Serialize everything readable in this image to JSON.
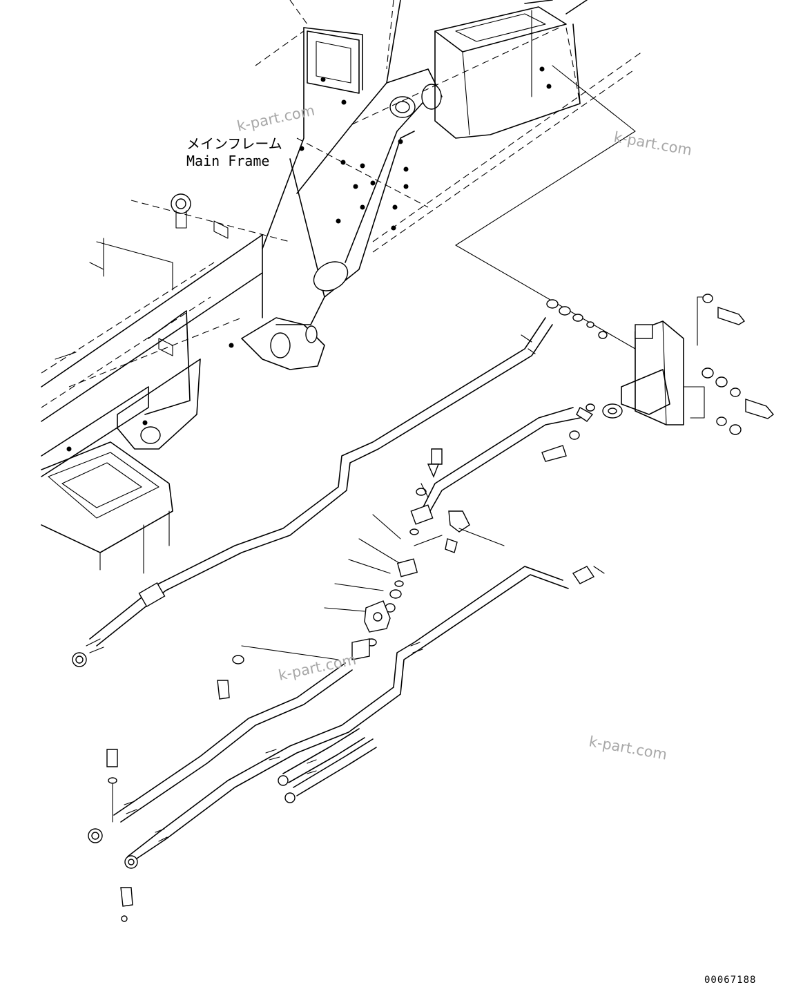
{
  "labels": {
    "main_frame_jp": "メインフレーム",
    "main_frame_en": "Main Frame"
  },
  "drawing_number": "00067188",
  "watermarks": [
    "k-part.com",
    "k-part.com",
    "k-part.com",
    "k-part.com"
  ],
  "colors": {
    "line": "#000000",
    "watermark": "#a8a8a8",
    "background": "#ffffff"
  }
}
